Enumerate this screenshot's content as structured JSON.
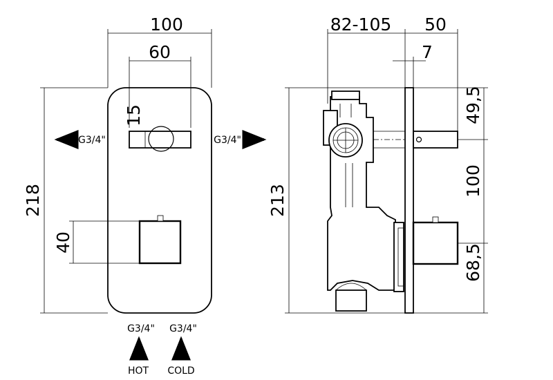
{
  "front_view": {
    "dim_overall_width": "100",
    "dim_handle_width": "60",
    "dim_overall_height": "218",
    "dim_handle_height": "15",
    "dim_knob_height": "40",
    "outlet_left_label": "G3/4\"",
    "outlet_right_label": "G3/4\"",
    "inlet_hot_size": "G3/4\"",
    "inlet_cold_size": "G3/4\"",
    "inlet_hot_label": "HOT",
    "inlet_cold_label": "COLD"
  },
  "side_view": {
    "dim_depth": "82-105",
    "dim_projection": "50",
    "dim_plate": "7",
    "dim_height": "213",
    "dim_top": "49,5",
    "dim_middle": "100",
    "dim_bottom": "68,5"
  }
}
